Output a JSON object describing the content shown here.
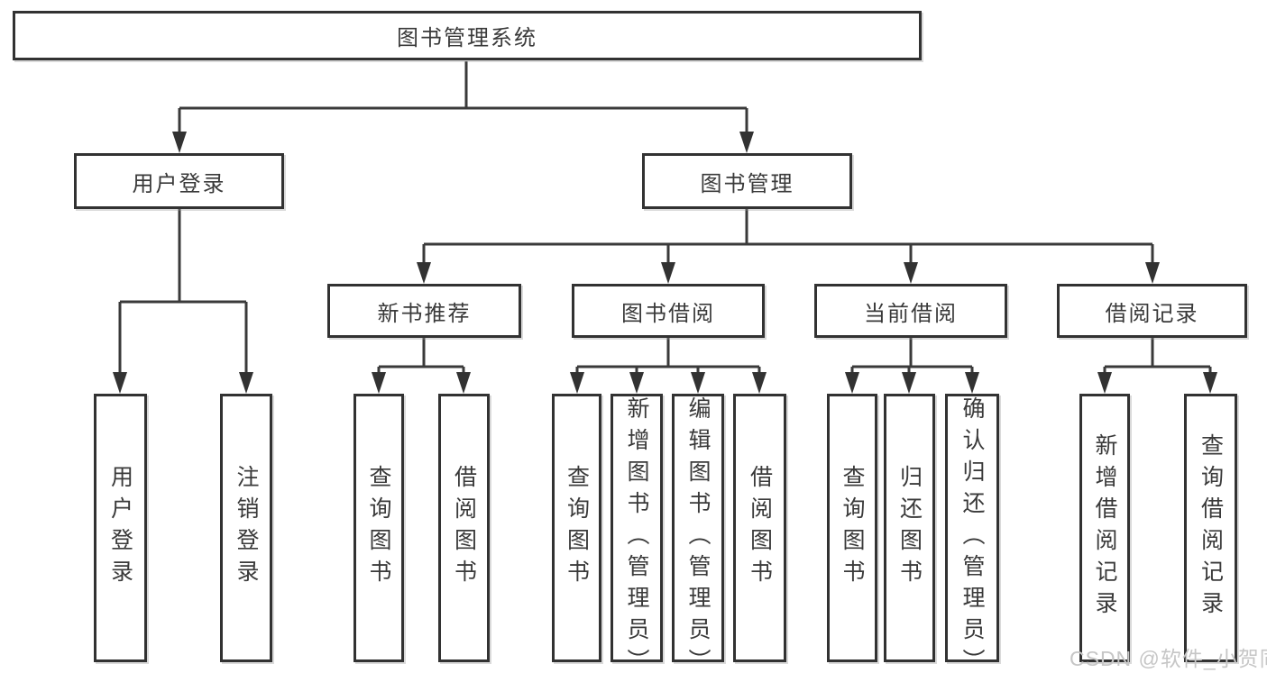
{
  "diagram": {
    "title": "图书管理系统",
    "type": "hierarchy",
    "nodes": {
      "root": "图书管理系统",
      "user_login": "用户登录",
      "book_mgmt": "图书管理",
      "new_book_rec": "新书推荐",
      "book_borrow": "图书借阅",
      "current_borrow": "当前借阅",
      "borrow_record": "借阅记录",
      "leaf_user_login": "用户登录",
      "leaf_logout": "注销登录",
      "leaf_query_book_1": "查询图书",
      "leaf_borrow_book_1": "借阅图书",
      "leaf_query_book_2": "查询图书",
      "leaf_add_book": "新增图书（管理员）",
      "leaf_edit_book": "编辑图书（管理员）",
      "leaf_borrow_book_2": "借阅图书",
      "leaf_query_book_3": "查询图书",
      "leaf_return_book": "归还图书",
      "leaf_confirm_return": "确认归还（管理员）",
      "leaf_add_record": "新增借阅记录",
      "leaf_query_record": "查询借阅记录"
    },
    "structure": {
      "图书管理系统": {
        "用户登录": [
          "用户登录",
          "注销登录"
        ],
        "图书管理": {
          "新书推荐": [
            "查询图书",
            "借阅图书"
          ],
          "图书借阅": [
            "查询图书",
            "新增图书（管理员）",
            "编辑图书（管理员）",
            "借阅图书"
          ],
          "当前借阅": [
            "查询图书",
            "归还图书",
            "确认归还（管理员）"
          ],
          "借阅记录": [
            "新增借阅记录",
            "查询借阅记录"
          ]
        }
      }
    }
  },
  "watermark": "CSDN @软件_小贺同学",
  "colors": {
    "line": "#3a3a3a",
    "box_border": "#323232",
    "text": "#3a3a3a",
    "watermark": "#c6c6c6",
    "background": "#ffffff"
  }
}
